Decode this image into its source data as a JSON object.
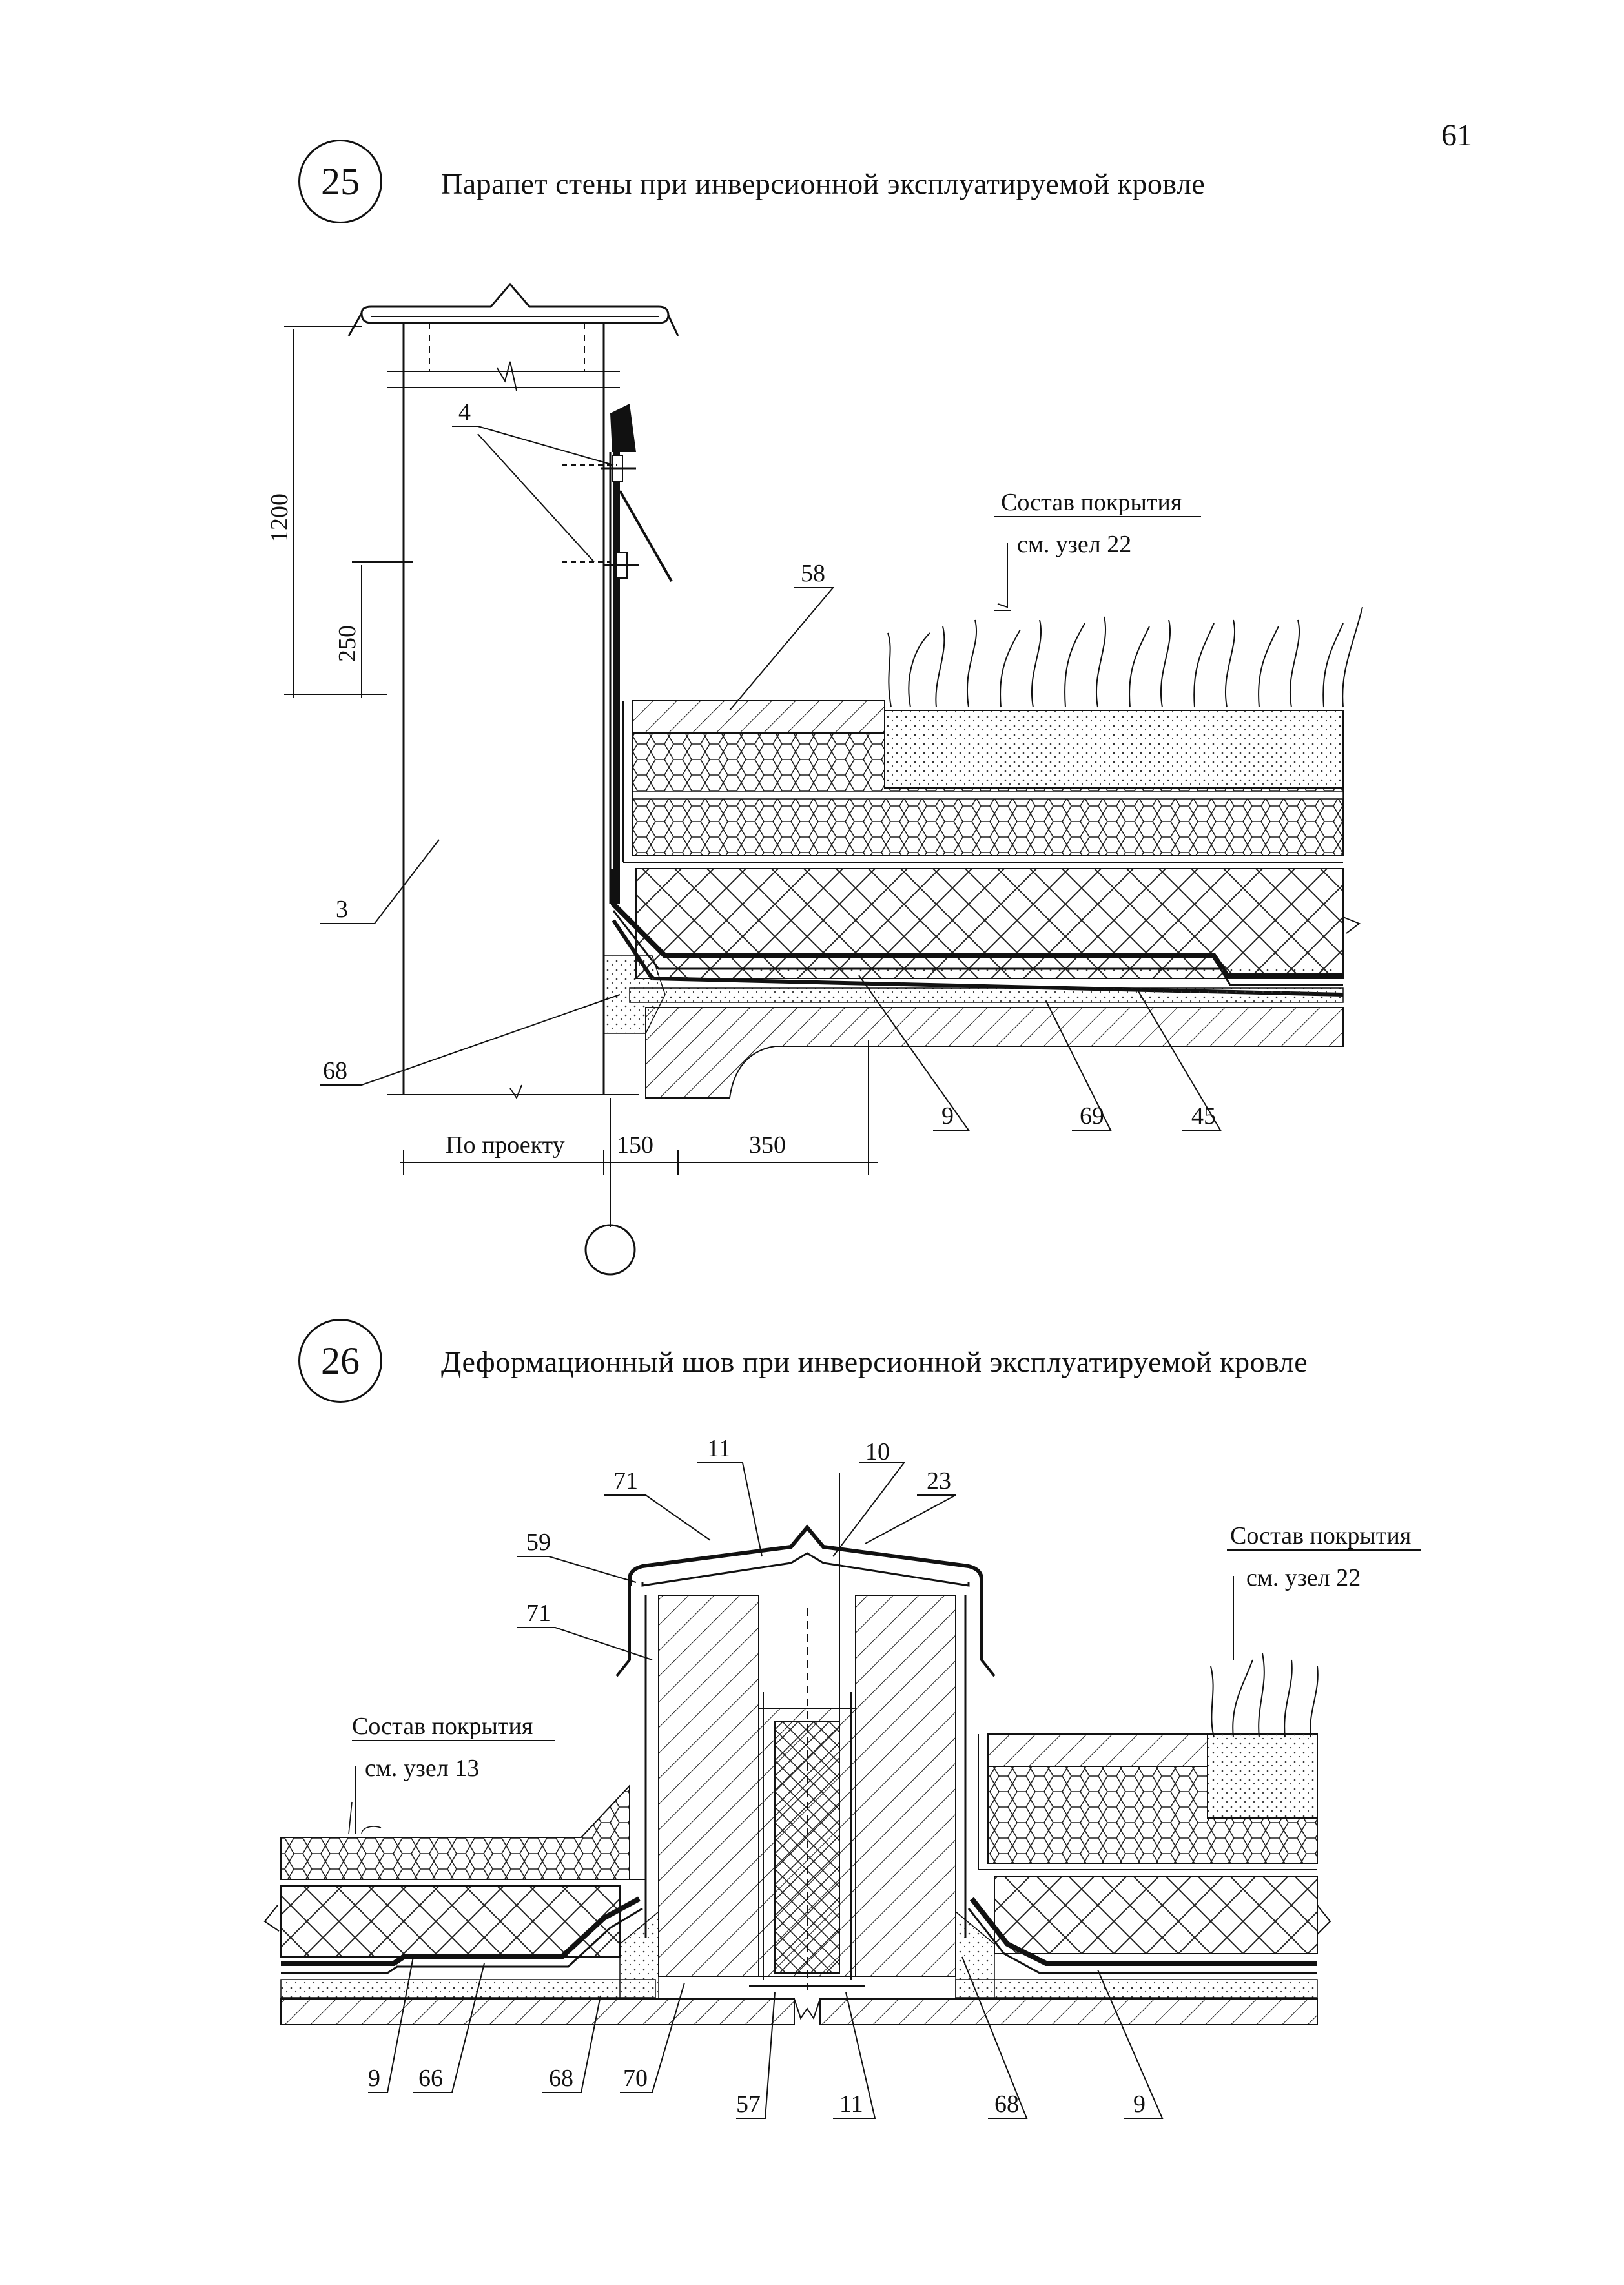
{
  "page": {
    "number": "61"
  },
  "detail_25": {
    "number": "25",
    "title": "Парапет стены при инверсионной эксплуатируемой кровле",
    "note_line1": "Состав покрытия",
    "note_line2": "см. узел 22",
    "callouts": [
      "4",
      "58",
      "3",
      "68",
      "9",
      "69",
      "45"
    ],
    "dimensions": {
      "height_total": "1200",
      "height_low": "250",
      "by_project": "По проекту",
      "dim_150": "150",
      "dim_350": "350"
    }
  },
  "detail_26": {
    "number": "26",
    "title": "Деформационный шов при инверсионной эксплуатируемой кровле",
    "note_right_line1": "Состав покрытия",
    "note_right_line2": "см. узел 22",
    "note_left_line1": "Состав покрытия",
    "note_left_line2": "см. узел 13",
    "callouts_top": [
      "11",
      "10",
      "71",
      "23",
      "59",
      "71"
    ],
    "callouts_bottom": [
      "9",
      "66",
      "68",
      "70",
      "57",
      "11",
      "68",
      "9"
    ]
  }
}
